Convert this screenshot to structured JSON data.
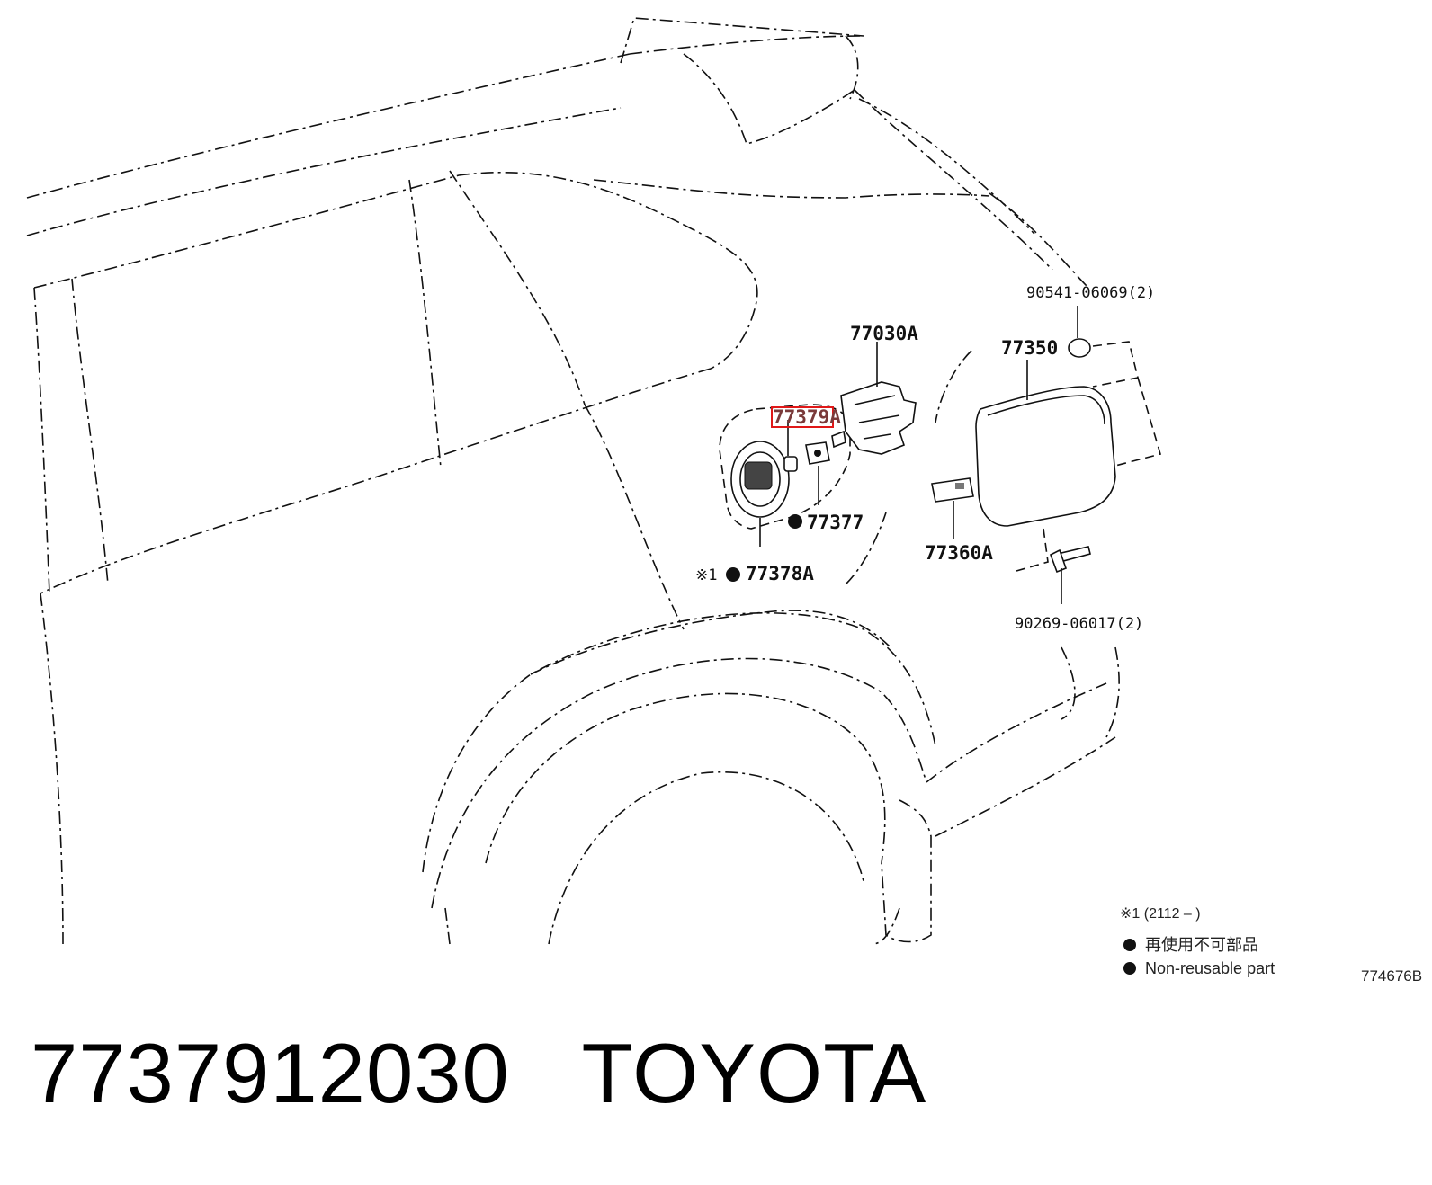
{
  "parts": {
    "p1": "90541-06069(2)",
    "p2": "77350",
    "p3": "77030A",
    "p4": "77379A",
    "p5": "77377",
    "p6": "77360A",
    "p7": "77378A",
    "p8": "90269-06017(2)"
  },
  "note_marks": {
    "star1": "※1",
    "dot": "●"
  },
  "legend": {
    "line1": "※1 (2112 –      )",
    "line2": "再使用不可部品",
    "line3": "Non-reusable part"
  },
  "diagram_code": "774676B",
  "footer": {
    "part_number": "7737912030",
    "brand": "TOYOTA"
  },
  "colors": {
    "highlight": "#e01818",
    "ink": "#111111"
  }
}
